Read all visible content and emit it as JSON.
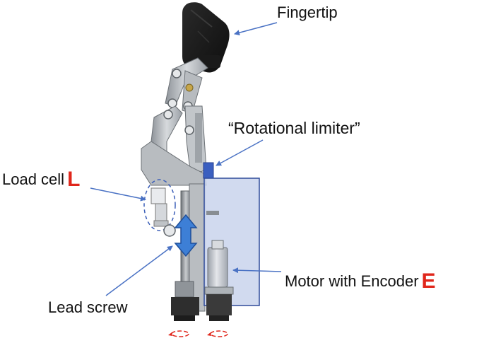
{
  "labels": {
    "fingertip": "Fingertip",
    "rotational_limiter": "“Rotational limiter”",
    "load_cell": "Load cell",
    "load_cell_mark": "L",
    "lead_screw": "Lead screw",
    "motor": "Motor with Encoder",
    "motor_mark": "E"
  },
  "colors": {
    "annotation_arrow": "#4a72c4",
    "lead_screw_arrow": "#3d7fd6",
    "mark_red": "#e0261b",
    "motor_box_fill": "#c9d3ec",
    "motor_box_stroke": "#2f4b9a",
    "limiter_block": "#3b5fc0",
    "fingertip": "#1c1c1c",
    "rotation_arrows": "#e0261b"
  }
}
